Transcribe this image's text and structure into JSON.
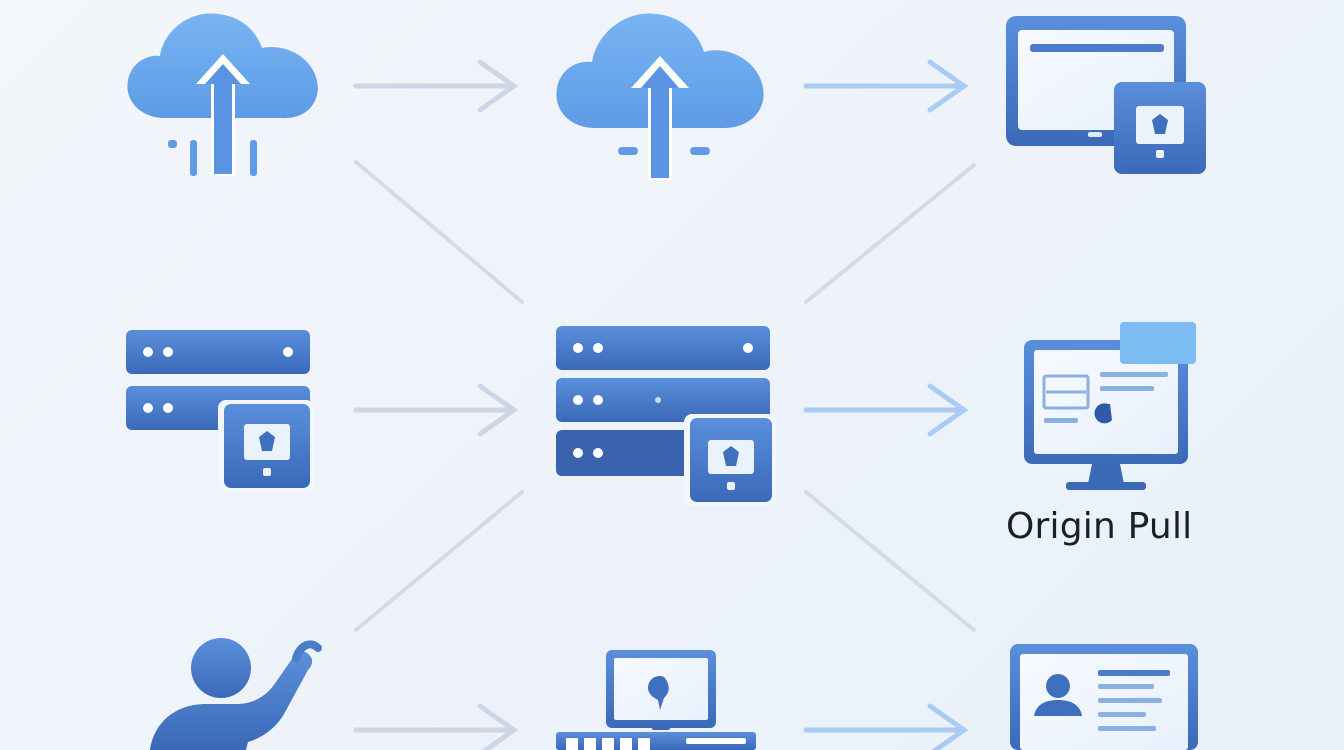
{
  "diagram": {
    "label": "Origin Pull",
    "nodes": [
      {
        "id": "cloud-upload-a",
        "icon": "cloud-upload-icon"
      },
      {
        "id": "cloud-upload-b",
        "icon": "cloud-upload-icon"
      },
      {
        "id": "tablet-device",
        "icon": "tablet-icon"
      },
      {
        "id": "storage-server",
        "icon": "server-icon"
      },
      {
        "id": "cdn-server",
        "icon": "server-stack-icon"
      },
      {
        "id": "desktop-dashboard",
        "icon": "desktop-icon"
      },
      {
        "id": "user",
        "icon": "person-waving-icon"
      },
      {
        "id": "laptop",
        "icon": "laptop-icon"
      },
      {
        "id": "profile-screen",
        "icon": "profile-monitor-icon"
      }
    ]
  },
  "colors": {
    "primary": "#3f70c0",
    "light": "#6aa8ee",
    "dark": "#2f5aa8",
    "arrow": "#c9d4e8",
    "arrow_light": "#a9cdf2",
    "text": "#1b1f2a"
  }
}
